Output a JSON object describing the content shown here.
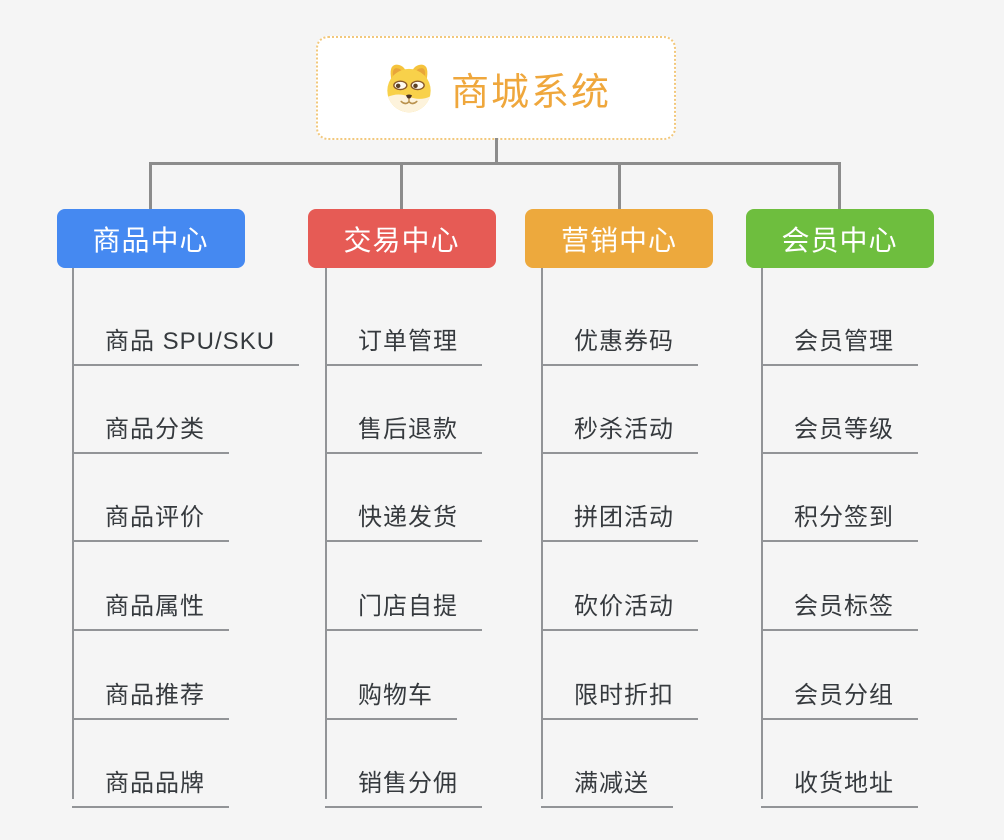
{
  "root": {
    "title": "商城系统",
    "icon": "doge-icon"
  },
  "branches": [
    {
      "label": "商品中心",
      "color": "#4589f1",
      "items": [
        "商品 SPU/SKU",
        "商品分类",
        "商品评价",
        "商品属性",
        "商品推荐",
        "商品品牌"
      ]
    },
    {
      "label": "交易中心",
      "color": "#e65b55",
      "items": [
        "订单管理",
        "售后退款",
        "快递发货",
        "门店自提",
        "购物车",
        "销售分佣"
      ]
    },
    {
      "label": "营销中心",
      "color": "#eda93d",
      "items": [
        "优惠券码",
        "秒杀活动",
        "拼团活动",
        "砍价活动",
        "限时折扣",
        "满减送"
      ]
    },
    {
      "label": "会员中心",
      "color": "#6ebe3e",
      "items": [
        "会员管理",
        "会员等级",
        "积分签到",
        "会员标签",
        "会员分组",
        "收货地址"
      ]
    }
  ],
  "colors": {
    "connector": "#8c8c8c",
    "underline": "#929497",
    "root_border": "#f2c87c",
    "root_text": "#efa73c",
    "leaf_text": "#363a3e",
    "background": "#f5f5f5"
  }
}
